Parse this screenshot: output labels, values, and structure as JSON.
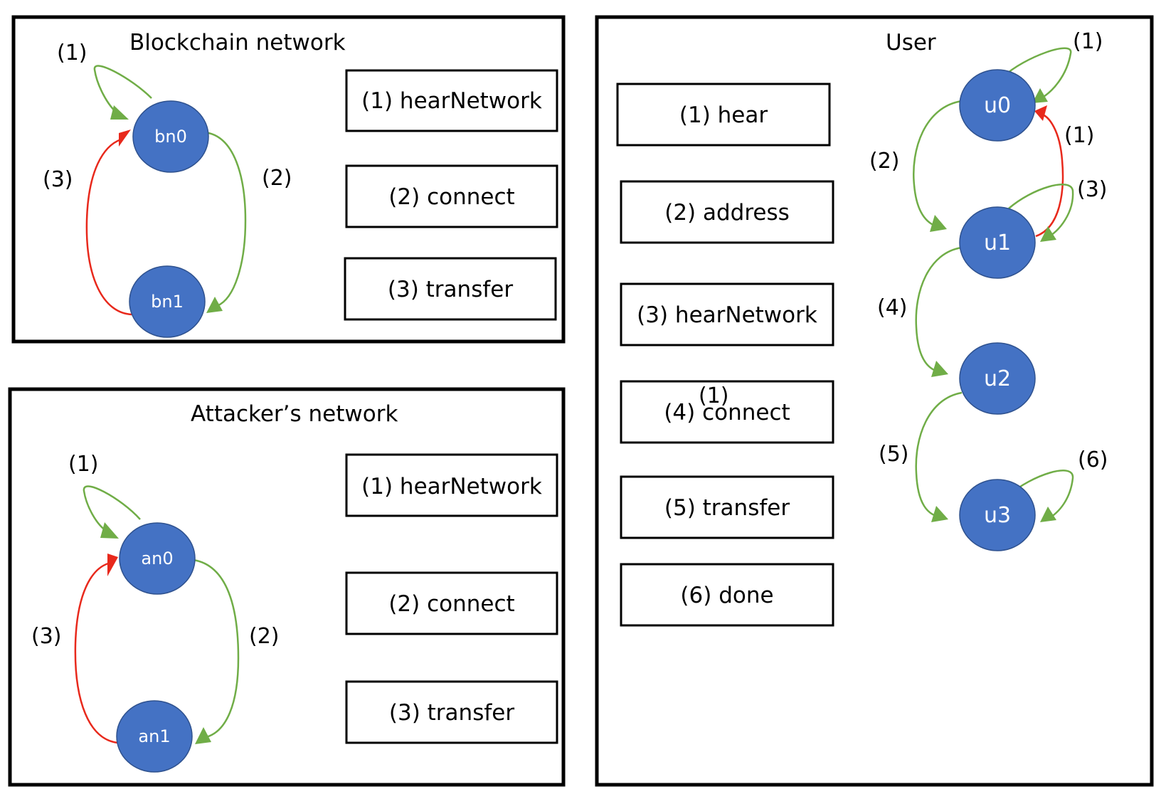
{
  "colors": {
    "node": "#4472C4",
    "edge_green": "#70AD47",
    "edge_red": "#E8291C"
  },
  "blockchain": {
    "title": "Blockchain network",
    "legend": [
      "(1) hearNetwork",
      "(2) connect",
      "(3) transfer"
    ],
    "nodes": {
      "bn0": "bn0",
      "bn1": "bn1"
    },
    "edge_labels": {
      "self_bn0": "(1)",
      "bn0_bn1": "(2)",
      "bn1_bn0": "(3)"
    }
  },
  "attacker": {
    "title": "Attacker’s network",
    "legend": [
      "(1) hearNetwork",
      "(2) connect",
      "(3) transfer"
    ],
    "nodes": {
      "an0": "an0",
      "an1": "an1"
    },
    "edge_labels": {
      "self_an0": "(1)",
      "an0_an1": "(2)",
      "an1_an0": "(3)"
    }
  },
  "user": {
    "title": "User",
    "legend": [
      "(1) hear",
      "(2) address",
      "(3) hearNetwork",
      "(4) connect",
      "(5) transfer",
      "(6) done"
    ],
    "stray_label": "(1)",
    "nodes": {
      "u0": "u0",
      "u1": "u1",
      "u2": "u2",
      "u3": "u3"
    },
    "edge_labels": {
      "self_u0": "(1)",
      "u1_u0": "(1)",
      "u0_u1": "(2)",
      "self_u1": "(3)",
      "u1_u2": "(4)",
      "u2_u3": "(5)",
      "self_u3": "(6)"
    }
  }
}
